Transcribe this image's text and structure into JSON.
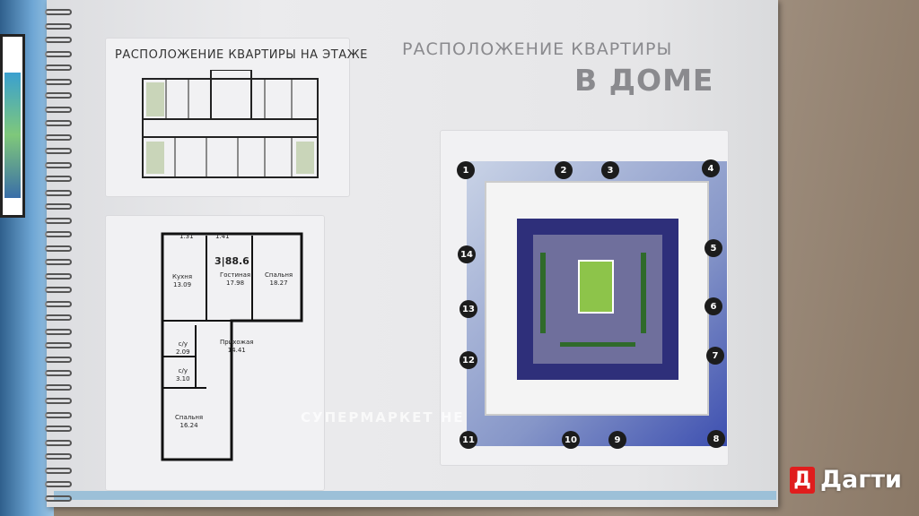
{
  "floor_section": {
    "title": "РАСПОЛОЖЕНИЕ КВАРТИРЫ НА ЭТАЖЕ"
  },
  "house_section": {
    "title_line1": "РАСПОЛОЖЕНИЕ КВАРТИРЫ",
    "title_line2": "В ДОМЕ"
  },
  "apartment": {
    "rooms": "3",
    "area": "88.6",
    "balconies": [
      "1.31",
      "1.41"
    ],
    "spaces": [
      {
        "name": "Кухня",
        "area": "13.09"
      },
      {
        "name": "Гостиная",
        "area": "17.98"
      },
      {
        "name": "Спальня",
        "area": "18.27"
      },
      {
        "name": "Прихожая",
        "area": "14.41"
      },
      {
        "name": "с/у",
        "area": "2.09"
      },
      {
        "name": "с/у",
        "area": "3.10"
      },
      {
        "name": "Спальня",
        "area": "16.24"
      }
    ]
  },
  "section_markers": [
    "1",
    "2",
    "3",
    "4",
    "5",
    "6",
    "7",
    "8",
    "9",
    "10",
    "11",
    "12",
    "13",
    "14"
  ],
  "watermark": "СУПЕРМАРКЕТ НЕ",
  "logo": {
    "mark": "Д",
    "text": "Дагти",
    "color": "#e01d1d"
  }
}
